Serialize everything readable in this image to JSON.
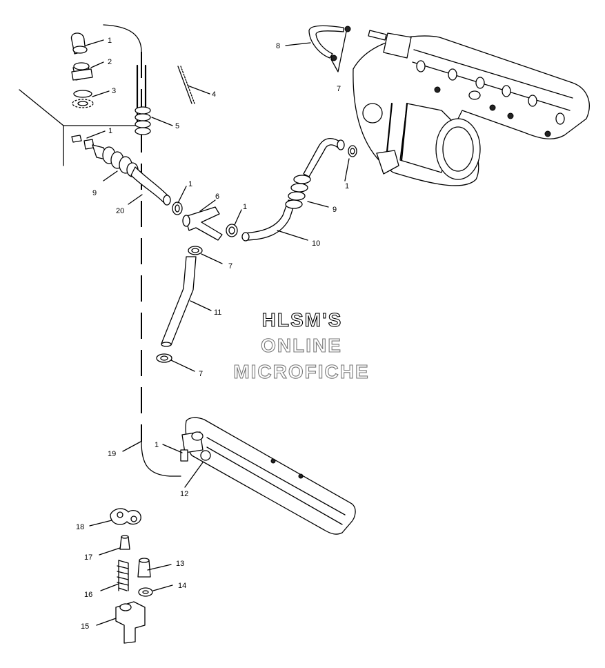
{
  "watermark": {
    "line1": "HLSM'S",
    "line2": "ONLINE",
    "line3": "MICROFICHE"
  },
  "callouts": [
    {
      "id": "c1a",
      "text": "1"
    },
    {
      "id": "c2",
      "text": "2"
    },
    {
      "id": "c3",
      "text": "3"
    },
    {
      "id": "c4",
      "text": "4"
    },
    {
      "id": "c5",
      "text": "5"
    },
    {
      "id": "c1b",
      "text": "1"
    },
    {
      "id": "c9a",
      "text": "9"
    },
    {
      "id": "c20",
      "text": "20"
    },
    {
      "id": "c1c",
      "text": "1"
    },
    {
      "id": "c6",
      "text": "6"
    },
    {
      "id": "c1d",
      "text": "1"
    },
    {
      "id": "c8",
      "text": "8"
    },
    {
      "id": "c7a",
      "text": "7"
    },
    {
      "id": "c1e",
      "text": "1"
    },
    {
      "id": "c9b",
      "text": "9"
    },
    {
      "id": "c10",
      "text": "10"
    },
    {
      "id": "c7b",
      "text": "7"
    },
    {
      "id": "c11",
      "text": "11"
    },
    {
      "id": "c7c",
      "text": "7"
    },
    {
      "id": "c19",
      "text": "19"
    },
    {
      "id": "c1f",
      "text": "1"
    },
    {
      "id": "c12",
      "text": "12"
    },
    {
      "id": "c18",
      "text": "18"
    },
    {
      "id": "c17",
      "text": "17"
    },
    {
      "id": "c13",
      "text": "13"
    },
    {
      "id": "c16",
      "text": "16"
    },
    {
      "id": "c14",
      "text": "14"
    },
    {
      "id": "c15",
      "text": "15"
    }
  ],
  "colors": {
    "line": "#000000",
    "background": "#ffffff",
    "watermark_outline": "#777777"
  }
}
